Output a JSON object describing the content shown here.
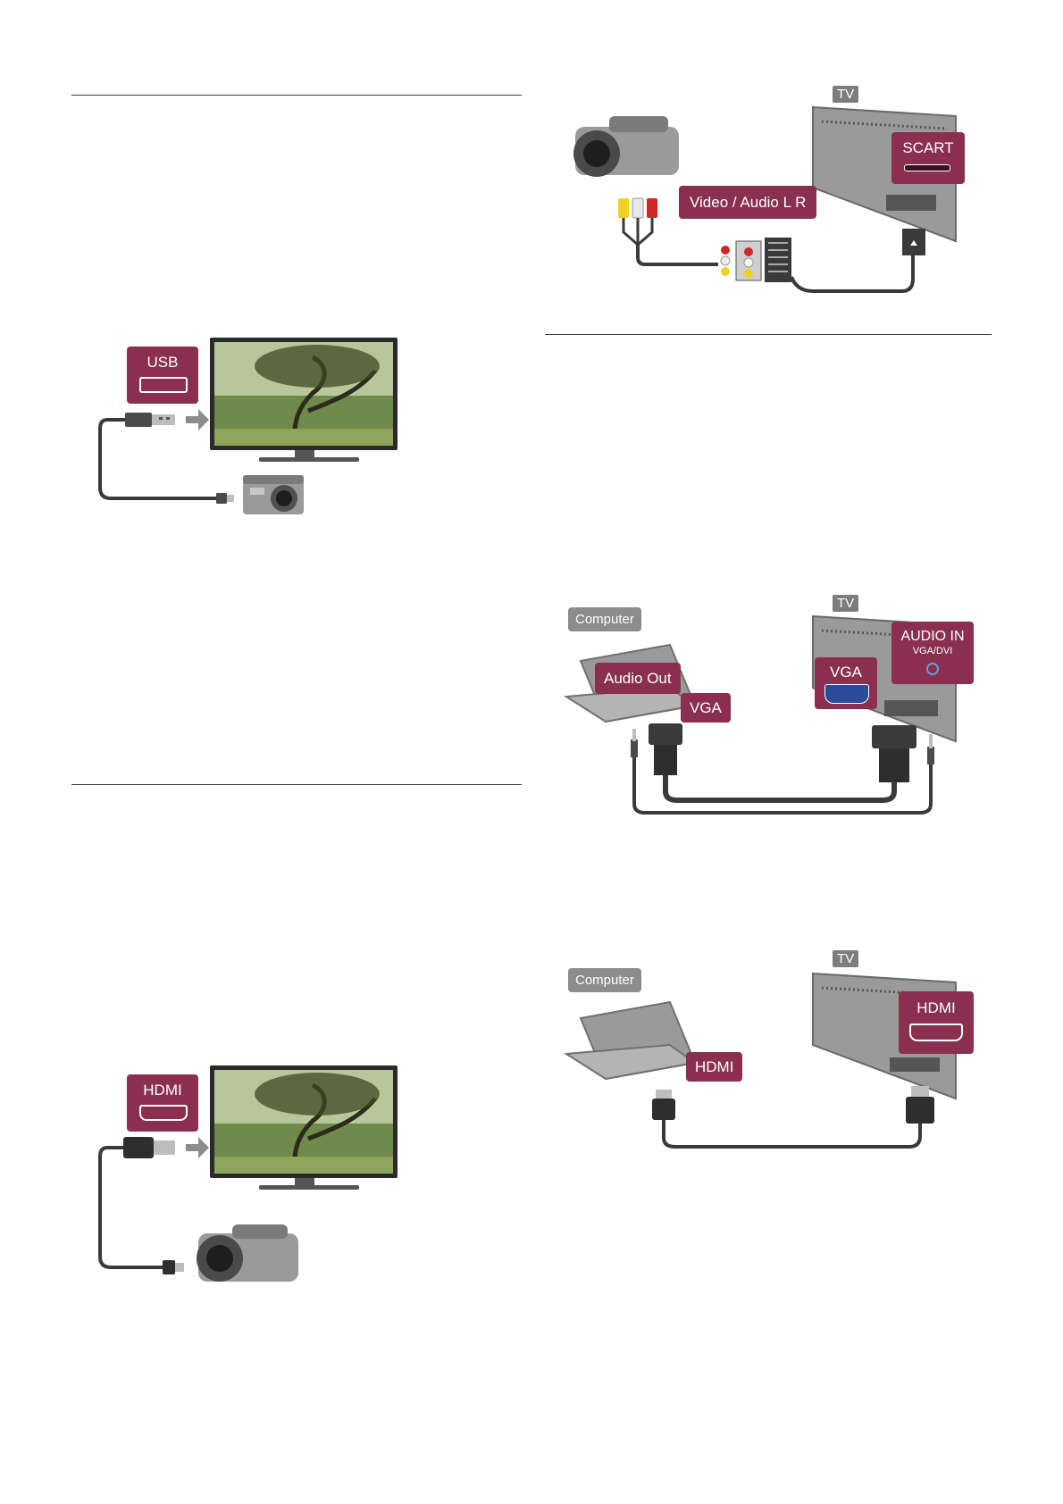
{
  "labels": {
    "usb": "USB",
    "hdmi": "HDMI",
    "scart": "SCART",
    "video_audio": "Video / Audio L R",
    "tv": "TV",
    "computer": "Computer",
    "audio_out": "Audio Out",
    "vga": "VGA",
    "audio_in": "AUDIO IN",
    "audio_in_sub": "VGA/DVI"
  },
  "colors": {
    "label_bg": "#8a2f4f",
    "grey_label_bg": "#8c8c8c",
    "cable": "#3a3a3a",
    "device": "#9a9a9a",
    "vga_blue": "#2a4a9a"
  },
  "icons": [
    "tv-icon",
    "usb-port-icon",
    "usb-plug-icon",
    "camera-icon",
    "hdmi-port-icon",
    "hdmi-plug-icon",
    "camcorder-icon",
    "scart-port-icon",
    "rca-plug-icon",
    "laptop-icon",
    "vga-port-icon",
    "audio-jack-icon"
  ]
}
